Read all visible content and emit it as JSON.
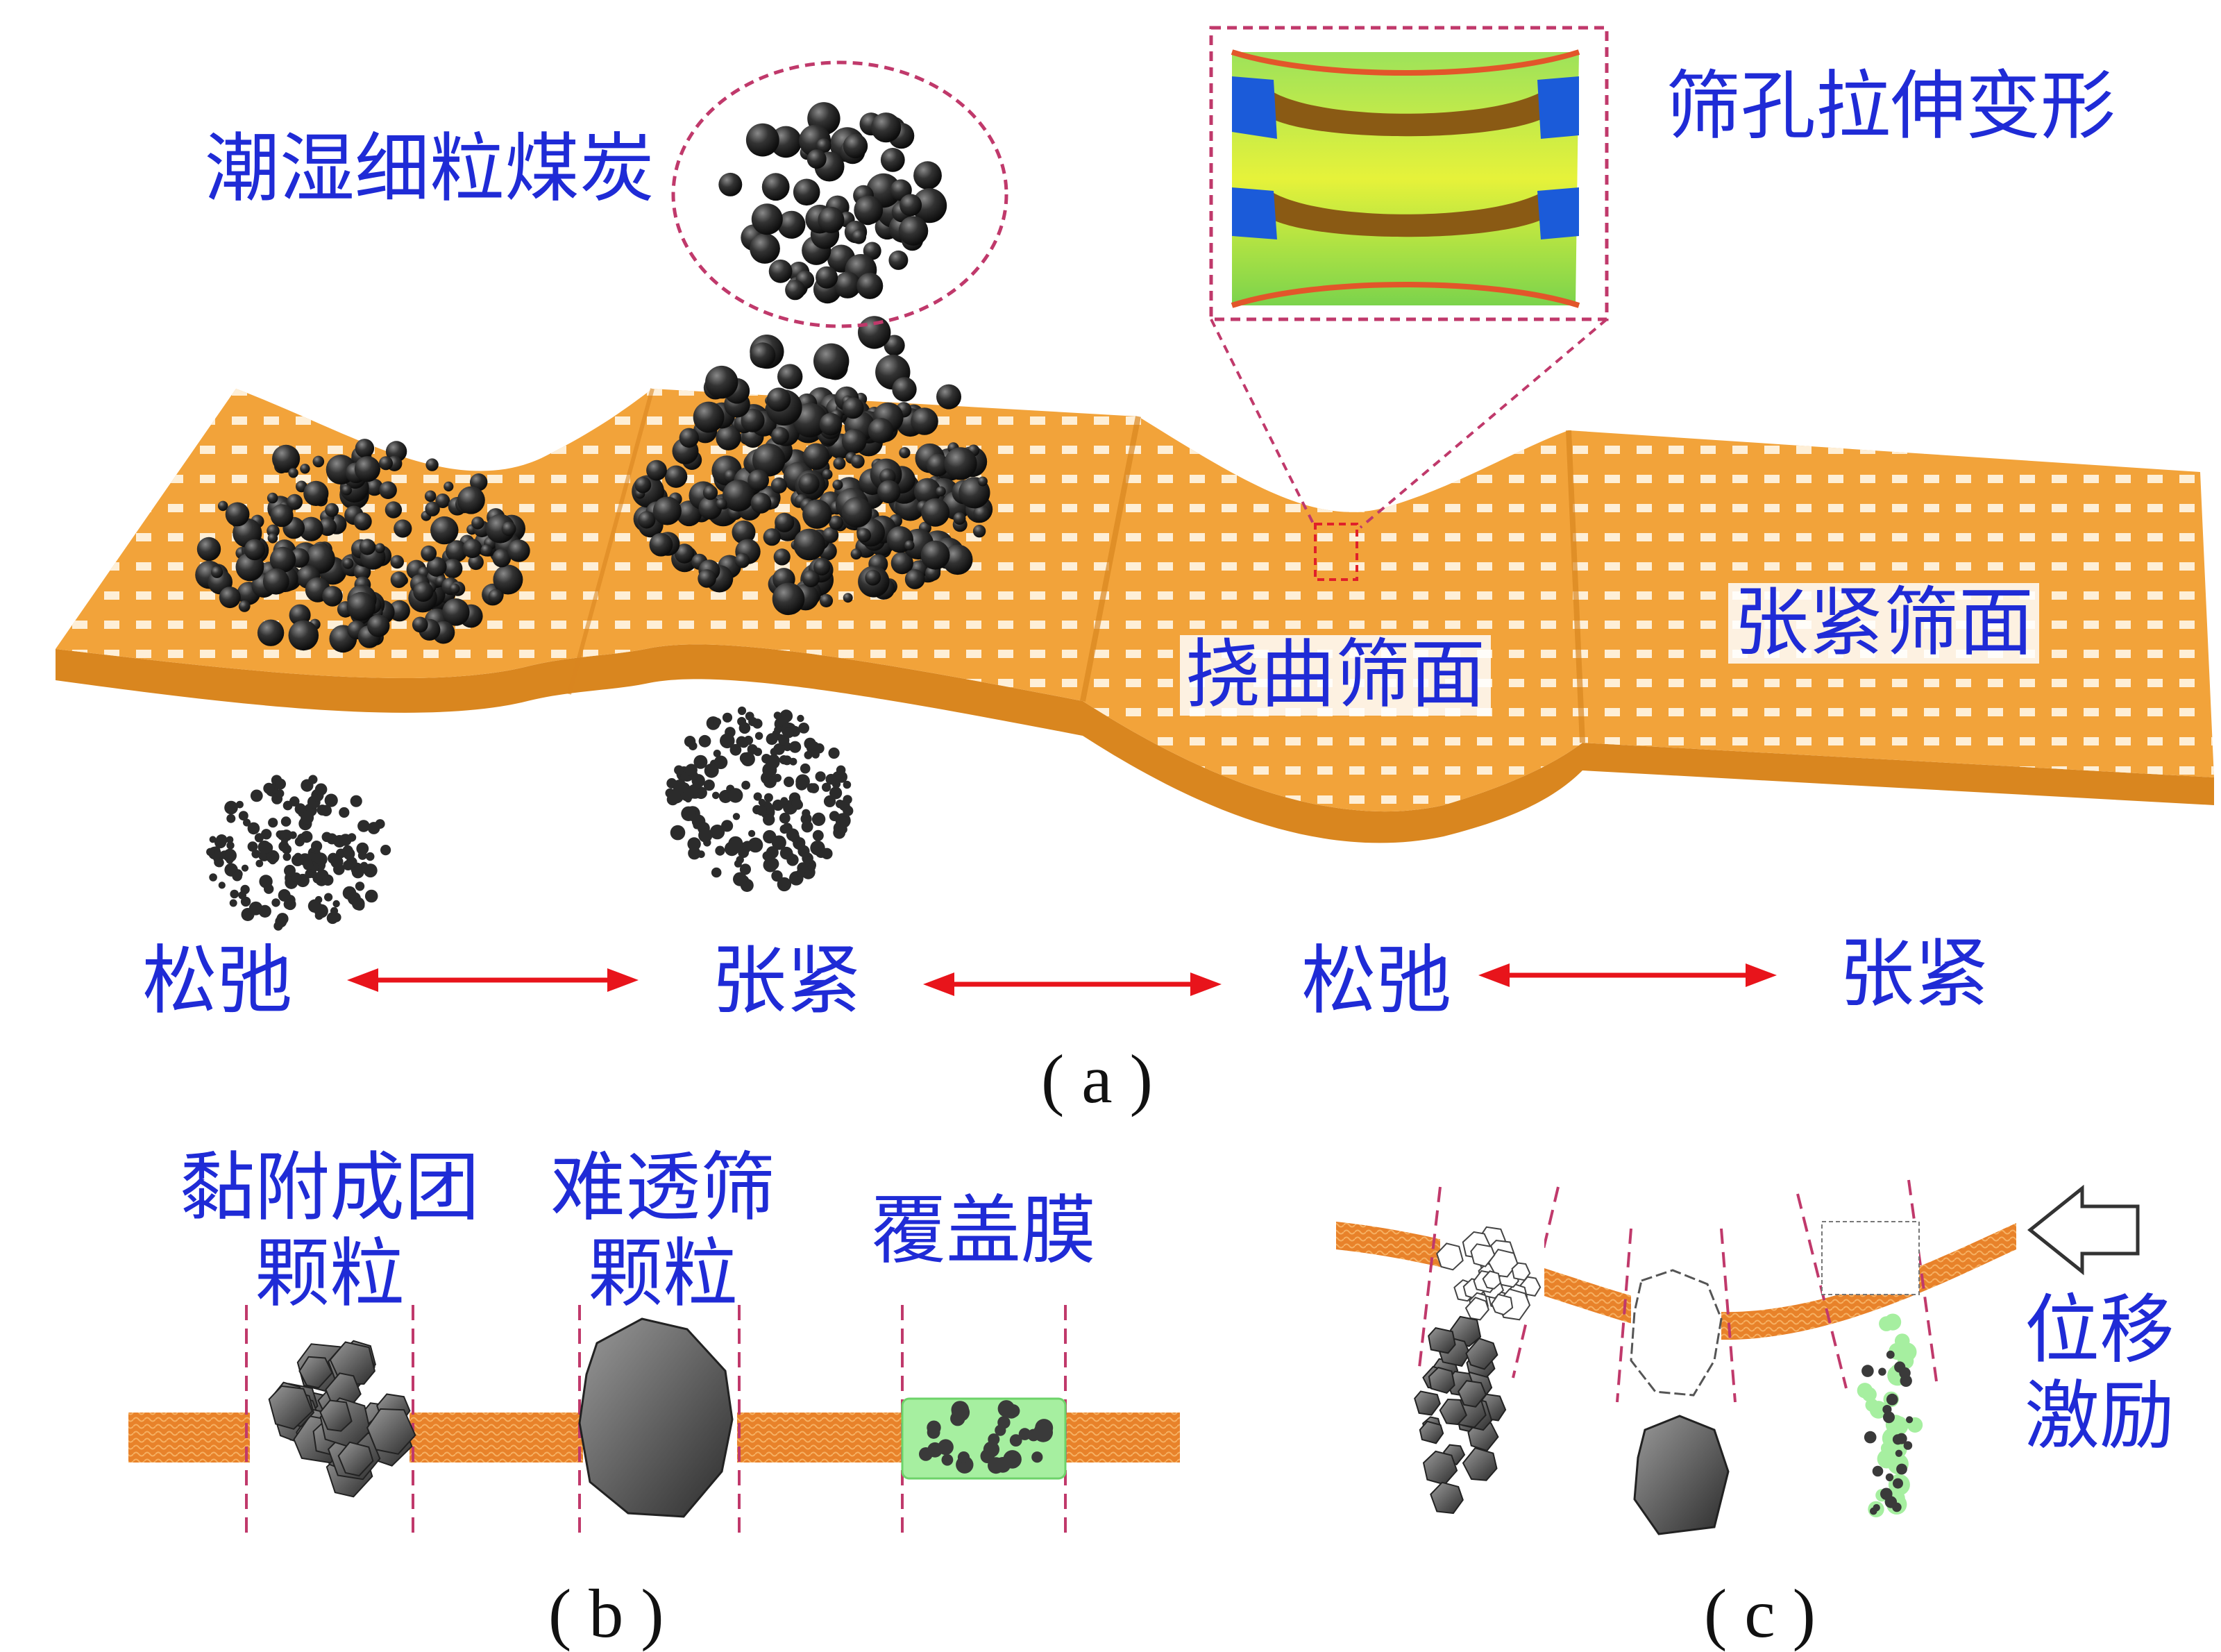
{
  "colors": {
    "sheet": "#f2a33a",
    "sheet_dark": "#d9861f",
    "hole": "#ffffff",
    "particle": "#2b2b2b",
    "label": "#1f2bd6",
    "arrow": "#e8141b",
    "guide": "#c0396b",
    "film": "#9bec9b"
  },
  "panel_a": {
    "wet_coal": "潮湿细粒煤炭",
    "aperture": "筛孔拉伸变形",
    "bent": "挠曲筛面",
    "tensioned": "张紧筛面",
    "states": [
      "松弛",
      "张紧",
      "松弛",
      "张紧"
    ],
    "caption": "( a )"
  },
  "panel_b": {
    "item1": [
      "黏附成团",
      "颗粒"
    ],
    "item2": [
      "难透筛",
      "颗粒"
    ],
    "item3": "覆盖膜",
    "caption": "( b )"
  },
  "panel_c": {
    "excitation": [
      "位移",
      "激励"
    ],
    "caption": "( c )"
  },
  "icons": [
    "double-arrow-icon",
    "hollow-arrow-icon"
  ]
}
